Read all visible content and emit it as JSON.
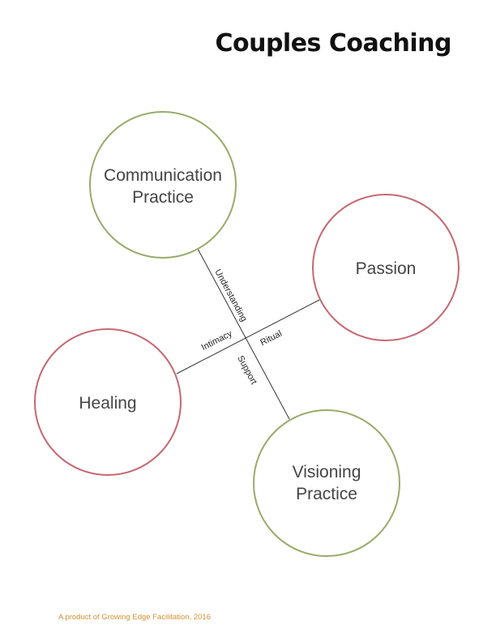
{
  "title": "Couples Coaching",
  "footer": "A product of Growing Edge Facilitation, 2016",
  "colors": {
    "green": "#9aaa6a",
    "red": "#c46870"
  },
  "nodes": {
    "communication": {
      "line1": "Communication",
      "line2": "Practice"
    },
    "passion": {
      "line1": "Passion"
    },
    "healing": {
      "line1": "Healing"
    },
    "visioning": {
      "line1": "Visioning",
      "line2": "Practice"
    }
  },
  "links": {
    "understanding": "Understanding",
    "support": "Support",
    "intimacy": "Intimacy",
    "ritual": "Ritual"
  }
}
